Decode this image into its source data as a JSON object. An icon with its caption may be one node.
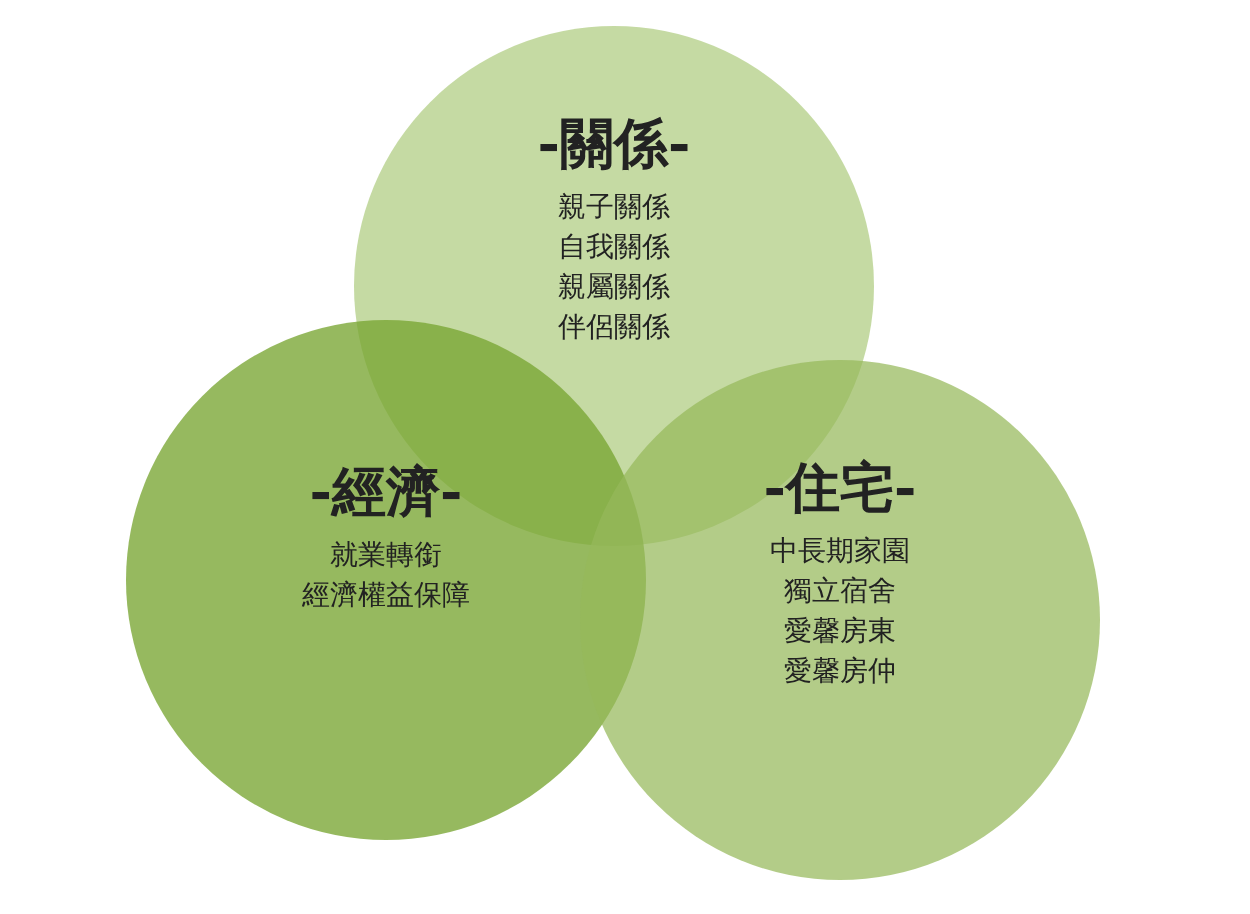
{
  "diagram": {
    "nodes": [
      {
        "text": [
          "-關係-",
          "親子關係",
          "自我關係",
          "親屬關係",
          "伴侶關係"
        ]
      },
      {
        "text": [
          "-經濟-",
          "就業轉銜",
          "經濟權益保障"
        ]
      },
      {
        "text": [
          "-住宅-",
          "中長期家園",
          "獨立宿舍",
          "愛馨房東",
          "愛馨房仲"
        ]
      }
    ]
  }
}
